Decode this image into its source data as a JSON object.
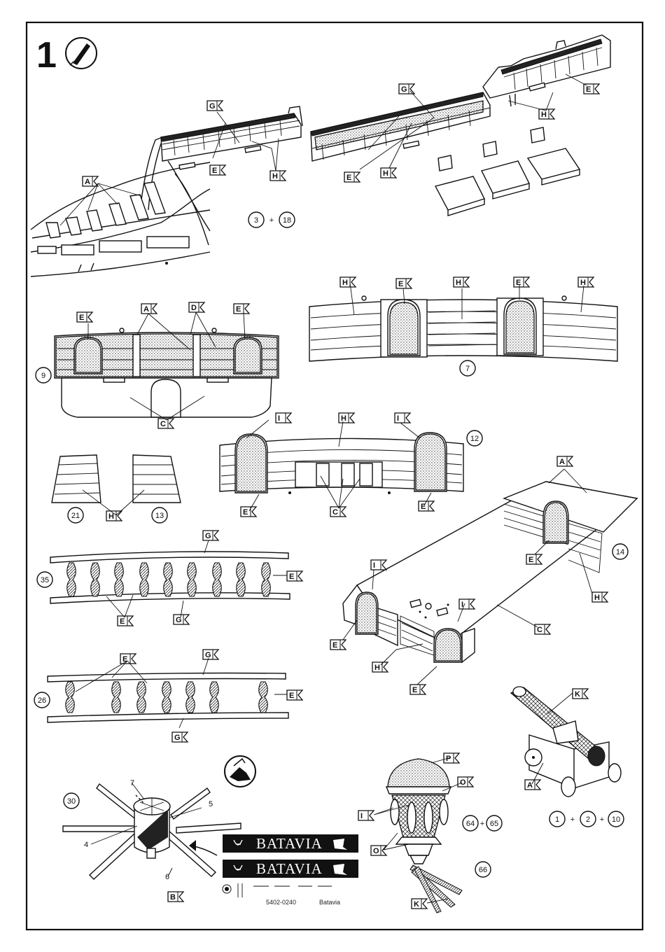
{
  "step": {
    "number": "1",
    "icon": "paint-brush-icon"
  },
  "parts_refs": {
    "hull_sides": {
      "a": "3",
      "b": "18",
      "plus": "+"
    },
    "stern_panel": "9",
    "front_panel": "7",
    "mid_panel": "12",
    "small_left": "21",
    "small_right": "13",
    "deck": "14",
    "rail_top": "35",
    "rail_bottom": "26",
    "lantern_base": "30",
    "lantern": {
      "a": "64",
      "b": "65",
      "plus": "+"
    },
    "lantern_rods": "66",
    "cannon": {
      "a": "1",
      "b": "2",
      "c": "10",
      "plus": "+"
    }
  },
  "letters": {
    "A": "A",
    "B": "B",
    "C": "C",
    "D": "D",
    "E": "E",
    "G": "G",
    "H": "H",
    "I": "I",
    "K": "K",
    "O": "O",
    "P": "P"
  },
  "small_numbers": {
    "n4": "4",
    "n5": "5",
    "n6": "6",
    "n7": "7"
  },
  "decal": {
    "banner_1": "BATAVIA",
    "banner_2": "BATAVIA",
    "code": "5402-0240",
    "name": "Batavia"
  }
}
